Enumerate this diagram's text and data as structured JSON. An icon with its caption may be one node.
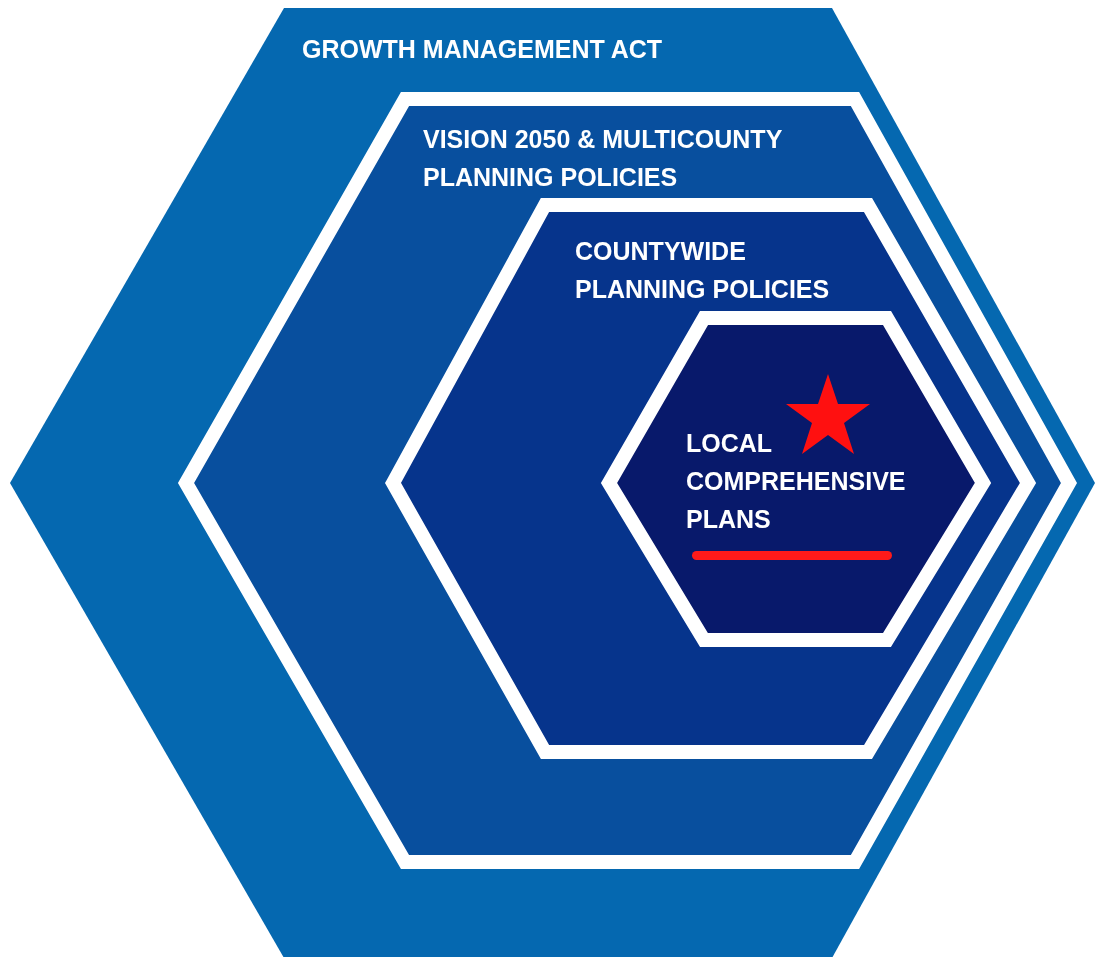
{
  "diagram": {
    "nodes": [
      {
        "text": [
          "GROWTH MANAGEMENT ACT"
        ]
      },
      {
        "text": [
          "VISION 2050 & MULTICOUNTY PLANNING POLICIES"
        ],
        "in": 0
      },
      {
        "text": [
          "COUNTYWIDE PLANNING POLICIES"
        ],
        "in": 1
      },
      {
        "text": [
          "LOCAL COMPREHENSIVE PLANS"
        ],
        "in": 2
      }
    ]
  }
}
